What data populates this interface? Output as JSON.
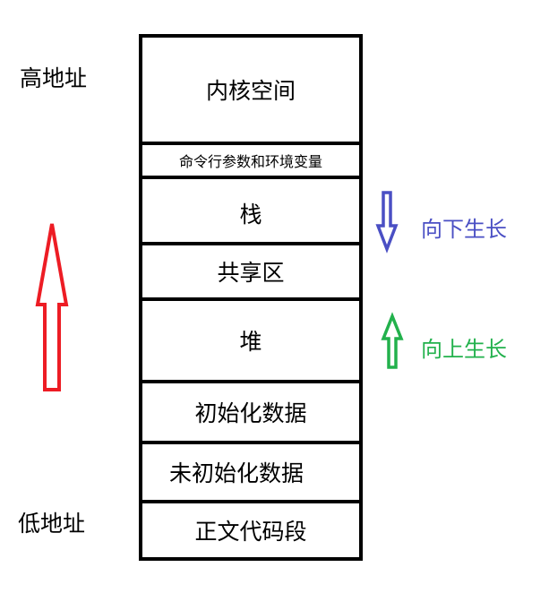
{
  "labels": {
    "high_address": "高地址",
    "low_address": "低地址"
  },
  "segments": [
    {
      "label": "内核空间"
    },
    {
      "label": "命令行参数和环境变量"
    },
    {
      "label": "栈"
    },
    {
      "label": "共享区"
    },
    {
      "label": "堆"
    },
    {
      "label": "初始化数据"
    },
    {
      "label": "未初始化数据"
    },
    {
      "label": "正文代码段"
    }
  ],
  "annotations": {
    "stack_growth": {
      "text": "向下生长",
      "color": "#4a4fc4"
    },
    "heap_growth": {
      "text": "向上生长",
      "color": "#22b14c"
    }
  },
  "colors": {
    "address_arrow": "#ed1c24",
    "border": "#000000"
  },
  "icons": {
    "stack_arrow": "arrow-down-icon",
    "heap_arrow": "arrow-up-icon",
    "address_arrow": "arrow-up-icon"
  }
}
